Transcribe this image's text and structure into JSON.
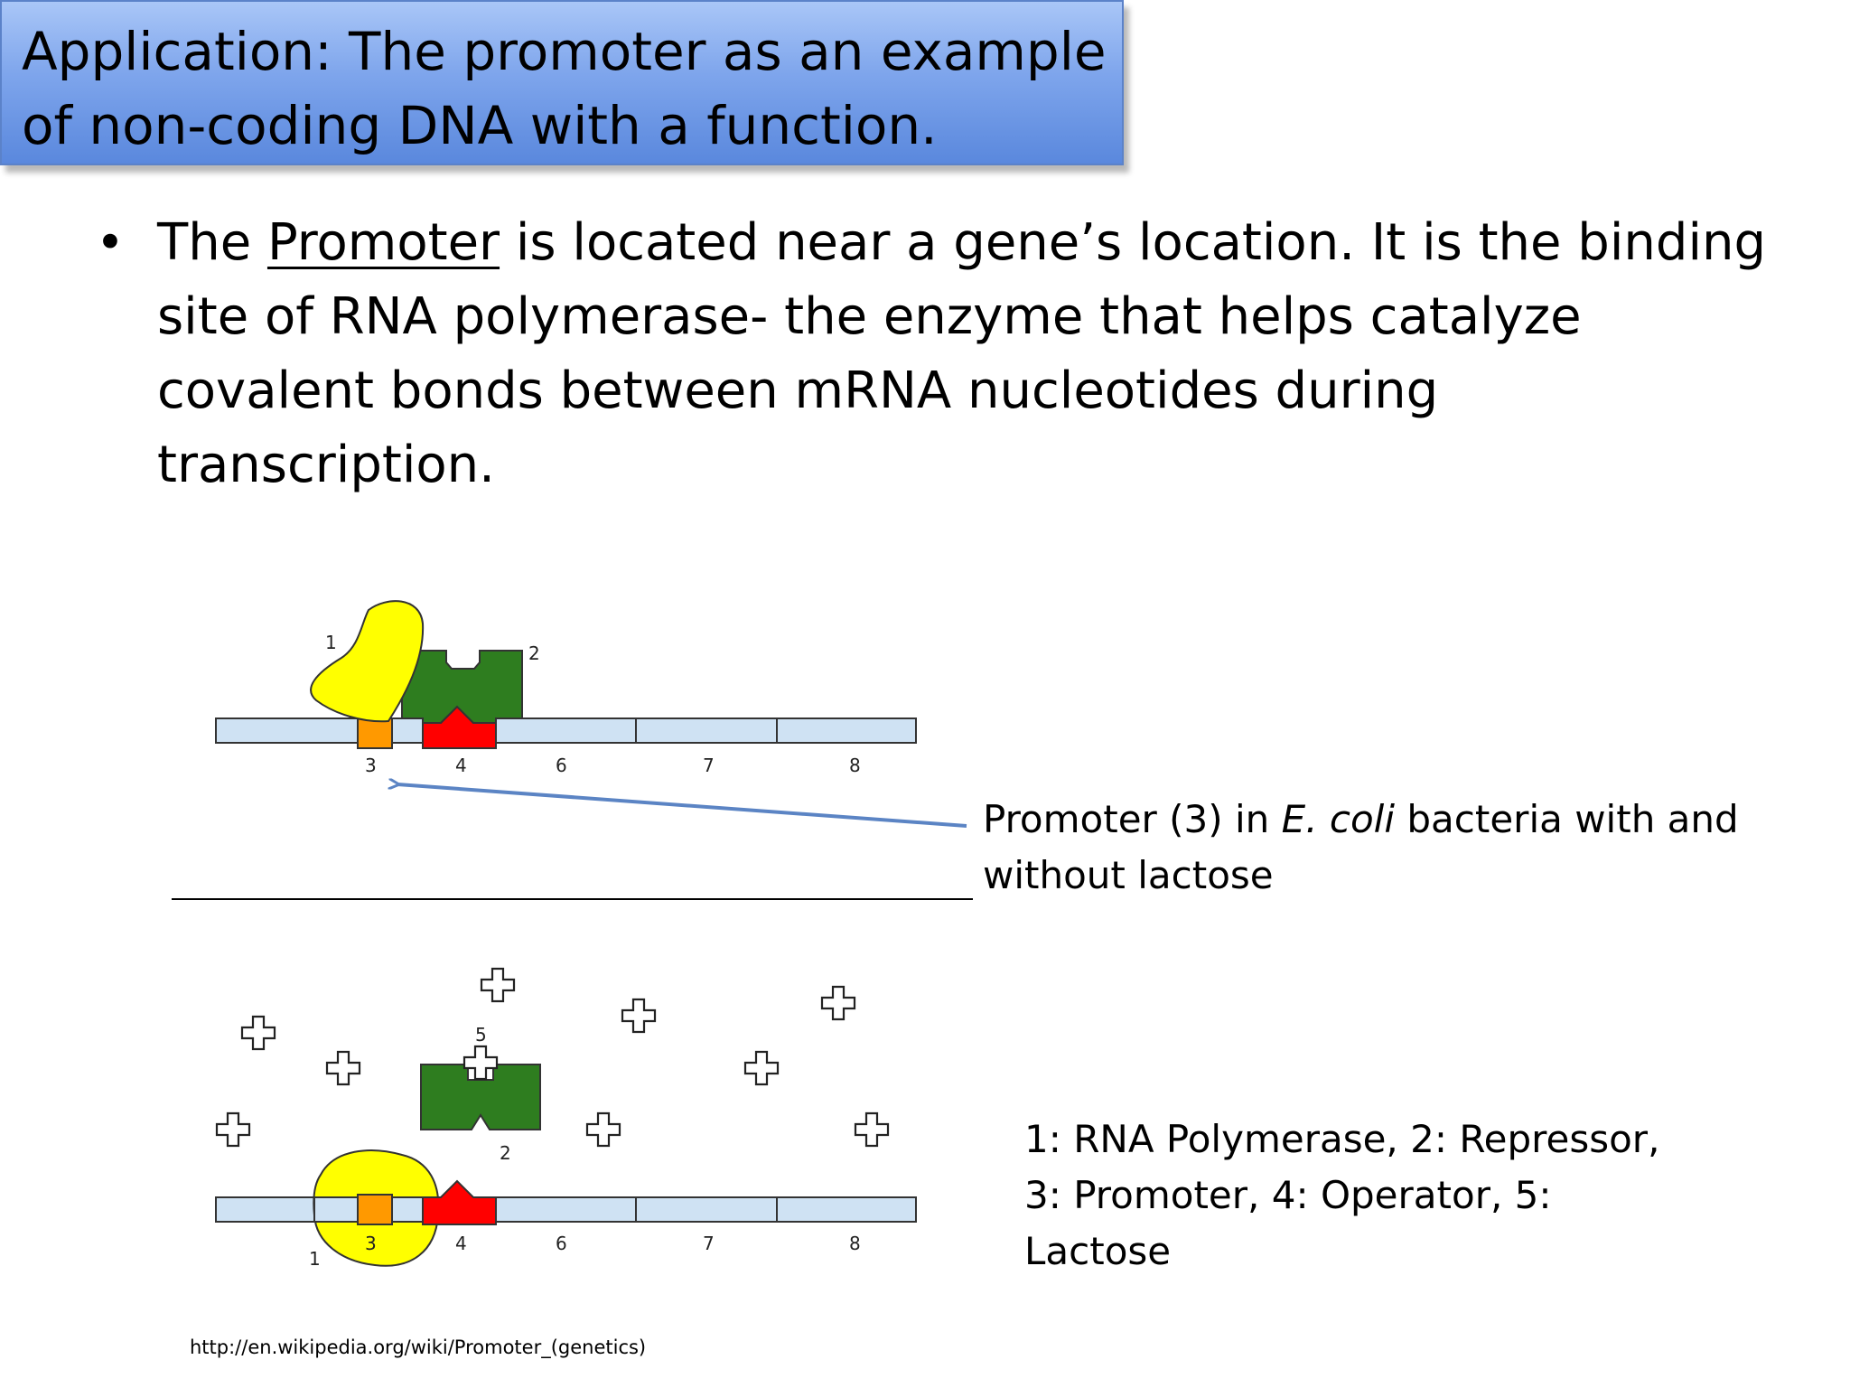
{
  "title": {
    "line1": "Application: The promoter as an example",
    "line2": "of non-coding DNA with a function."
  },
  "bullet": {
    "symbol": "•",
    "intro": "The ",
    "term": "Promoter",
    "rest_line1": " is located near a gene’s location. It is the binding",
    "line2": "site of RNA polymerase- the enzyme that helps catalyze",
    "line3": "covalent bonds between mRNA nucleotides during",
    "line4": "transcription."
  },
  "caption": {
    "pre": "Promoter (3) in ",
    "italic": "E. coli",
    "post": " bacteria with and",
    "line2": "without lactose"
  },
  "legend": {
    "line1": "1: RNA Polymerase, 2: Repressor,",
    "line2": "3: Promoter, 4: Operator, 5:",
    "line3": "Lactose"
  },
  "source": {
    "text": "http://en.wikipedia.org/wiki/Promoter_(genetics)"
  },
  "diagram": {
    "colors": {
      "dna": "#cfe2f3",
      "rna_polymerase": "#ffff00",
      "repressor": "#2e7d1f",
      "promoter": "#ff9900",
      "operator": "#ff0000",
      "arrow": "#5b84c4"
    },
    "top_labels": {
      "l1": "1",
      "l2": "2",
      "l3": "3",
      "l4": "4",
      "l6": "6",
      "l7": "7",
      "l8": "8"
    },
    "bottom_labels": {
      "l1": "1",
      "l2": "2",
      "l3": "3",
      "l4": "4",
      "l5": "5",
      "l6": "6",
      "l7": "7",
      "l8": "8"
    }
  }
}
